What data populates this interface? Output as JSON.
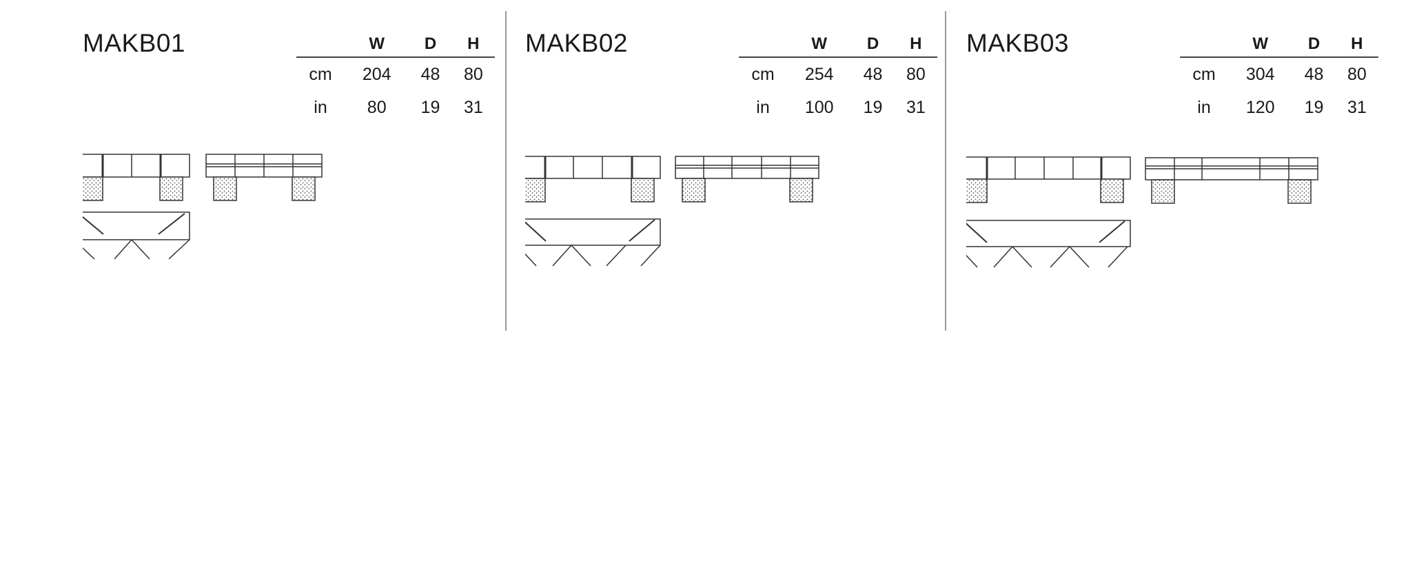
{
  "headers": [
    "W",
    "D",
    "H"
  ],
  "products": [
    {
      "code": "MAKB01",
      "rows": [
        {
          "unit": "cm",
          "w": "204",
          "d": "48",
          "h": "80"
        },
        {
          "unit": "in",
          "w": "80",
          "d": "19",
          "h": "31"
        }
      ]
    },
    {
      "code": "MAKB02",
      "rows": [
        {
          "unit": "cm",
          "w": "254",
          "d": "48",
          "h": "80"
        },
        {
          "unit": "in",
          "w": "100",
          "d": "19",
          "h": "31"
        }
      ]
    },
    {
      "code": "MAKB03",
      "rows": [
        {
          "unit": "cm",
          "w": "304",
          "d": "48",
          "h": "80"
        },
        {
          "unit": "in",
          "w": "120",
          "d": "19",
          "h": "31"
        }
      ]
    }
  ],
  "colors": {
    "ink": "#1a1a1a",
    "divider": "#9a9a9a",
    "line": "#444444"
  }
}
